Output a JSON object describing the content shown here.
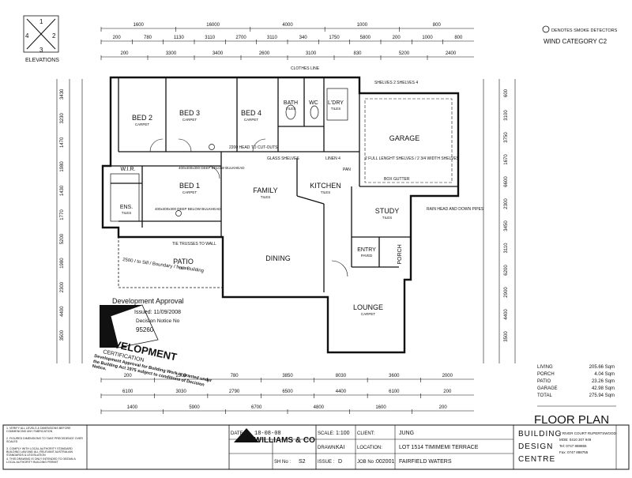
{
  "compass": {
    "n": "1",
    "e": "2",
    "s": "3",
    "w": "4",
    "caption": "ELEVATIONS"
  },
  "header": {
    "smoke_note": "DENOTES SMOKE DETECTORS",
    "wind": "WIND CATEGORY C2"
  },
  "dims": {
    "top1": [
      "1600",
      "16000",
      "4000",
      "1000",
      "800"
    ],
    "top2": [
      "200",
      "780",
      "1130",
      "3110",
      "2700",
      "3110",
      "340",
      "1750",
      "5800",
      "200",
      "1000",
      "800"
    ],
    "top3": [
      "200",
      "3300",
      "3400",
      "2600",
      "3100",
      "830",
      "5200",
      "2400"
    ],
    "bot1": [
      "200",
      "2300",
      "780",
      "3850",
      "8030",
      "3600",
      "2000"
    ],
    "bot2": [
      "6100",
      "3030",
      "2790",
      "6500",
      "4400",
      "6100",
      "200"
    ],
    "bot3": [
      "1400",
      "5900",
      "6700",
      "4800",
      "1600",
      "200"
    ],
    "left": [
      "3430",
      "3230",
      "1470",
      "1980",
      "1430",
      "1770",
      "5200",
      "1980",
      "2300",
      "4400",
      "3500"
    ],
    "right": [
      "600",
      "3100",
      "3750",
      "1670",
      "6600",
      "2300",
      "3450",
      "3110",
      "6200",
      "2900",
      "4400",
      "3500"
    ]
  },
  "rooms": [
    {
      "label": "BED 2",
      "sub": "CARPET"
    },
    {
      "label": "BED 3",
      "sub": "CARPET"
    },
    {
      "label": "BED 4",
      "sub": "CARPET"
    },
    {
      "label": "BATH",
      "sub": "TILES"
    },
    {
      "label": "WC",
      "sub": ""
    },
    {
      "label": "L'DRY",
      "sub": "TILES"
    },
    {
      "label": "GARAGE",
      "sub": ""
    },
    {
      "label": "W.I.R.",
      "sub": ""
    },
    {
      "label": "BED 1",
      "sub": "CARPET"
    },
    {
      "label": "ENS.",
      "sub": "TILES"
    },
    {
      "label": "FAMILY",
      "sub": "TILES"
    },
    {
      "label": "KITCHEN",
      "sub": "TILES"
    },
    {
      "label": "STUDY",
      "sub": "TILES"
    },
    {
      "label": "DINING",
      "sub": ""
    },
    {
      "label": "ENTRY",
      "sub": "PAVED"
    },
    {
      "label": "PORCH",
      "sub": ""
    },
    {
      "label": "PATIO",
      "sub": "TILES"
    },
    {
      "label": "LOUNGE",
      "sub": "CARPET"
    }
  ],
  "notes": {
    "clothes_line": "CLOTHES LINE",
    "shelves": "SHELVES 2  SHELVES 4",
    "glass_shelves": "GLASS SHELVES",
    "linen": "LINEN 4",
    "pan": "PAN",
    "garage_shelves": "2 FULL LENGHT SHELVES / 2 3/4 WIDTH SHELVES",
    "box_gutter": "BOX GUTTER",
    "rain_head": "RAIN HEAD AND DOWN PIPES",
    "head_cutouts": "2200 HEAD TO CUT-OUTS",
    "deep_bulkhead": "400x400x300 DEEP BELOW BULKHEAD",
    "bulkhead2": "400x400x300 DEEP BELOW BULKHEAD",
    "tie_trusses": "TIE TRUSSES TO WALL",
    "handwritten": "2500 / to Sill / Boundary / from Building"
  },
  "stamp": {
    "approval": "Development Approval",
    "issued": "Issued: 11/09/2008",
    "decision": "Decision Notice No",
    "number": "95260",
    "dev": "DEVELOPMENT",
    "cert": "CERTIFICATION",
    "text": "Development Approval for Building Work is granted under the Building Act 1975 subject to conditions of Decision Notice."
  },
  "areas": [
    {
      "label": "LIVING",
      "value": "205.66 Sqm"
    },
    {
      "label": "PORCH",
      "value": "4.04 Sqm"
    },
    {
      "label": "PATIO",
      "value": "23.26 Sqm"
    },
    {
      "label": "GARAGE",
      "value": "42.98 Sqm"
    },
    {
      "label": "TOTAL",
      "value": "275.94 Sqm"
    }
  ],
  "title": "FLOOR PLAN",
  "titleblock": {
    "notes": [
      "1. VERIFY ALL LEVELS & DIMENSIONS BEFORE COMMENCING ANY FABRICATION",
      "2. FIGURED DIMENSIONS TO TAKE PRECEDENCE OVER SCALED",
      "3. COMPLY WITH LOCAL AUTHORITY STANDARD BUILDING LAW AND ALL RELEVANT AUSTRALIAN STANDARDS & LEGISLATION",
      "4. THIS DRAWING IS ONLY INTENDED TO OBTAIN A LOCAL AUTHORITY BUILDING PERMIT"
    ],
    "company": "A WILLIAMS & CO",
    "date_label": "DATE:",
    "date": "18-08-08",
    "scale_label": "SCALE:",
    "scale": "1:100",
    "client_label": "CLIENT:",
    "client": "JUNG",
    "drawn_label": "DRAWN:",
    "drawn": "KAI",
    "location_label": "LOCATION:",
    "location": "LOT 1514 TIMIMEMI TERRACE",
    "sheet_label": "SH No :",
    "sheet": "S2",
    "issue_label": "ISSUE :",
    "issue": "D",
    "job_label": "JOB No :",
    "job": "002001",
    "estate": "FAIRFIELD WATERS",
    "bdc": [
      "BUILDING",
      "DESIGN",
      "CENTRE"
    ],
    "contact": [
      "7 RIVER COURT RUPERTSWOOD",
      "MOB: 0410 307 949",
      "Tel: 0747 888855",
      "Fax: 0747 888755"
    ]
  }
}
